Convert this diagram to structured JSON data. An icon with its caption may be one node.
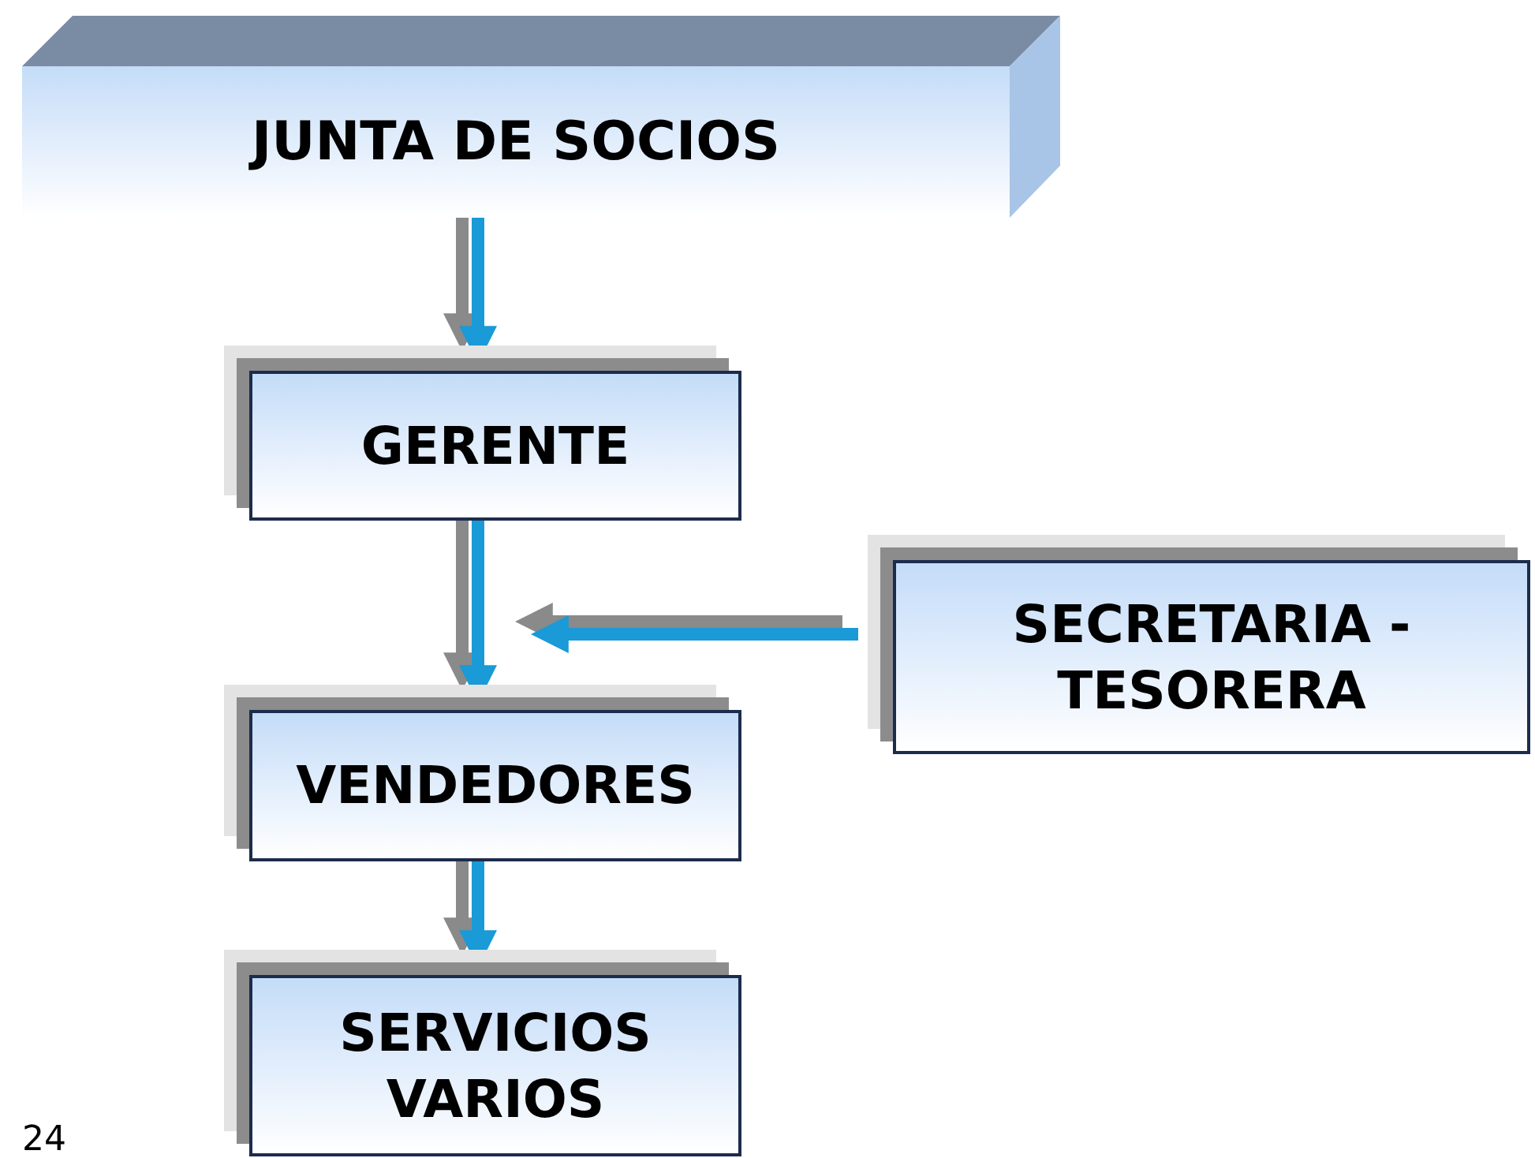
{
  "diagram": {
    "nodes": [
      {
        "text": [
          "JUNTA DE SOCIOS"
        ]
      },
      {
        "text": [
          "GERENTE"
        ]
      },
      {
        "text": [
          "SECRETARIA - TESORERA"
        ]
      },
      {
        "text": [
          "VENDEDORES"
        ]
      },
      {
        "text": [
          "SERVICIOS VARIOS"
        ]
      }
    ],
    "edges": [
      {
        "from": 0,
        "to": 1,
        "arrow": "to"
      },
      {
        "from": 1,
        "to": 3,
        "arrow": "to"
      },
      {
        "from": 2,
        "to": null,
        "arrow": "to"
      },
      {
        "from": 3,
        "to": 4,
        "arrow": "to"
      }
    ],
    "labels": [
      "24"
    ]
  }
}
